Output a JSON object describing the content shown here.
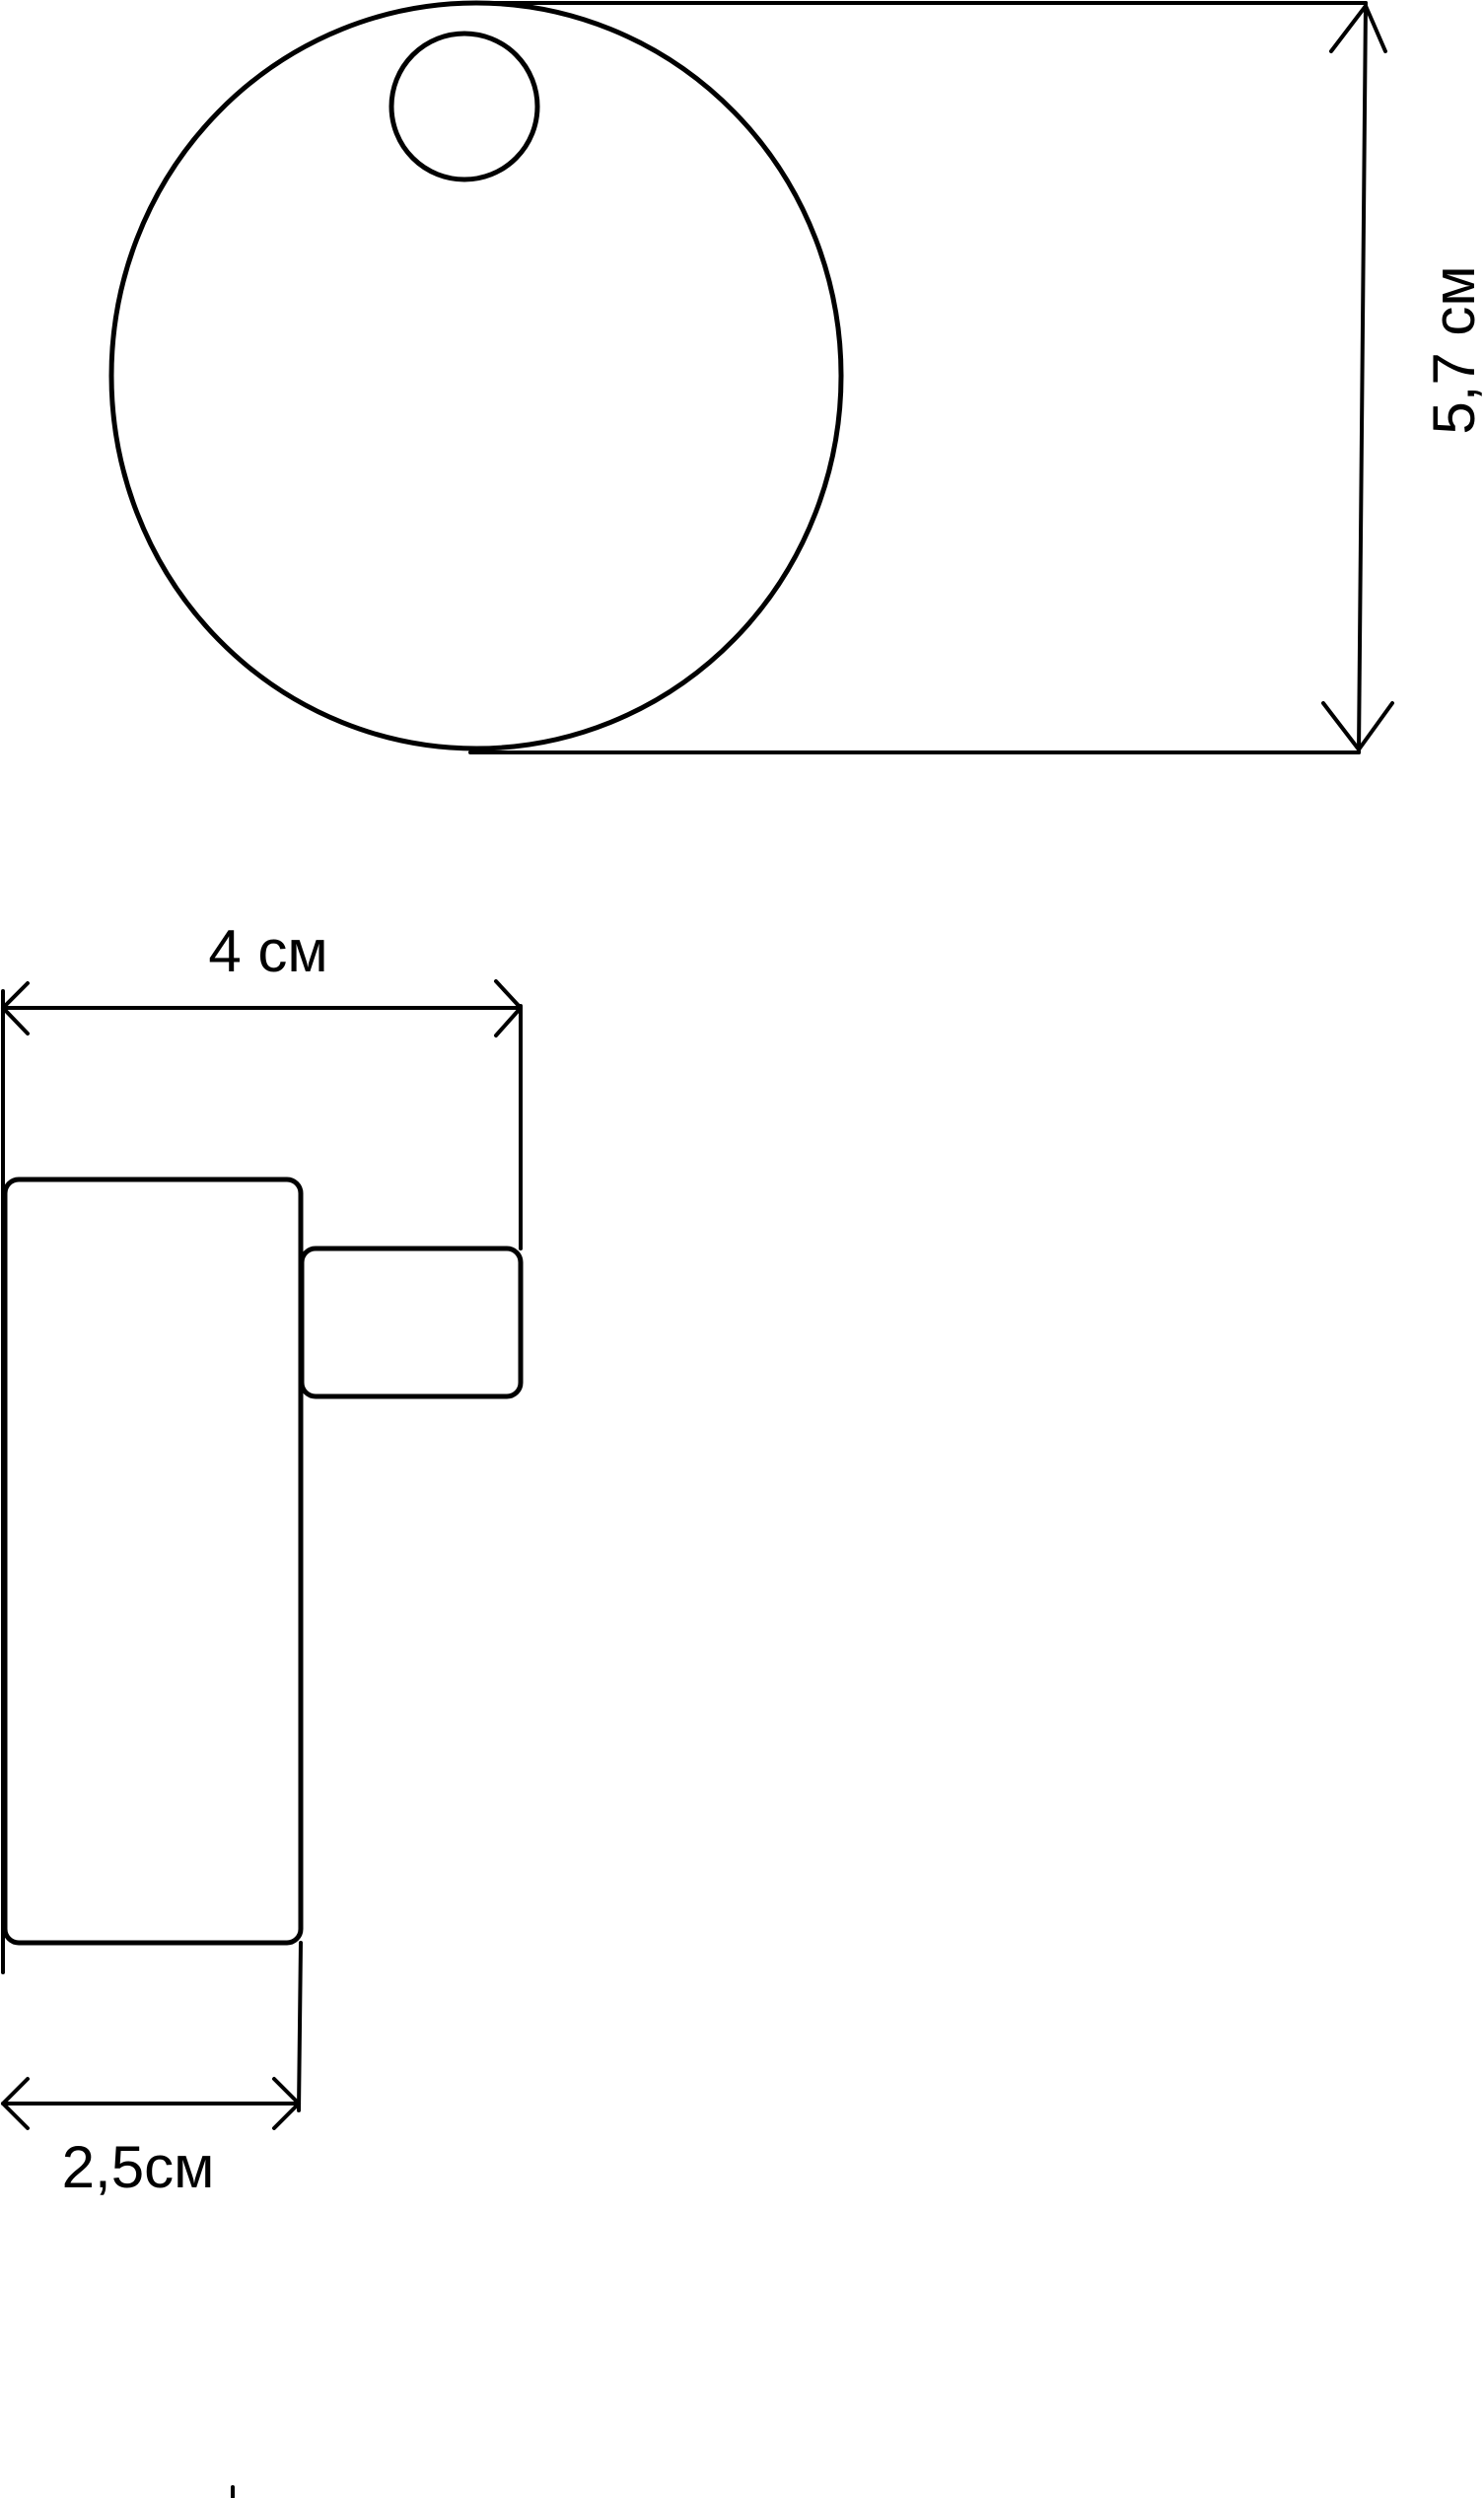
{
  "dimensions": {
    "height_label": "5,7 см",
    "width_label": "4 см",
    "base_label": "2,5см"
  },
  "colors": {
    "stroke": "#000000",
    "background": "#ffffff"
  }
}
